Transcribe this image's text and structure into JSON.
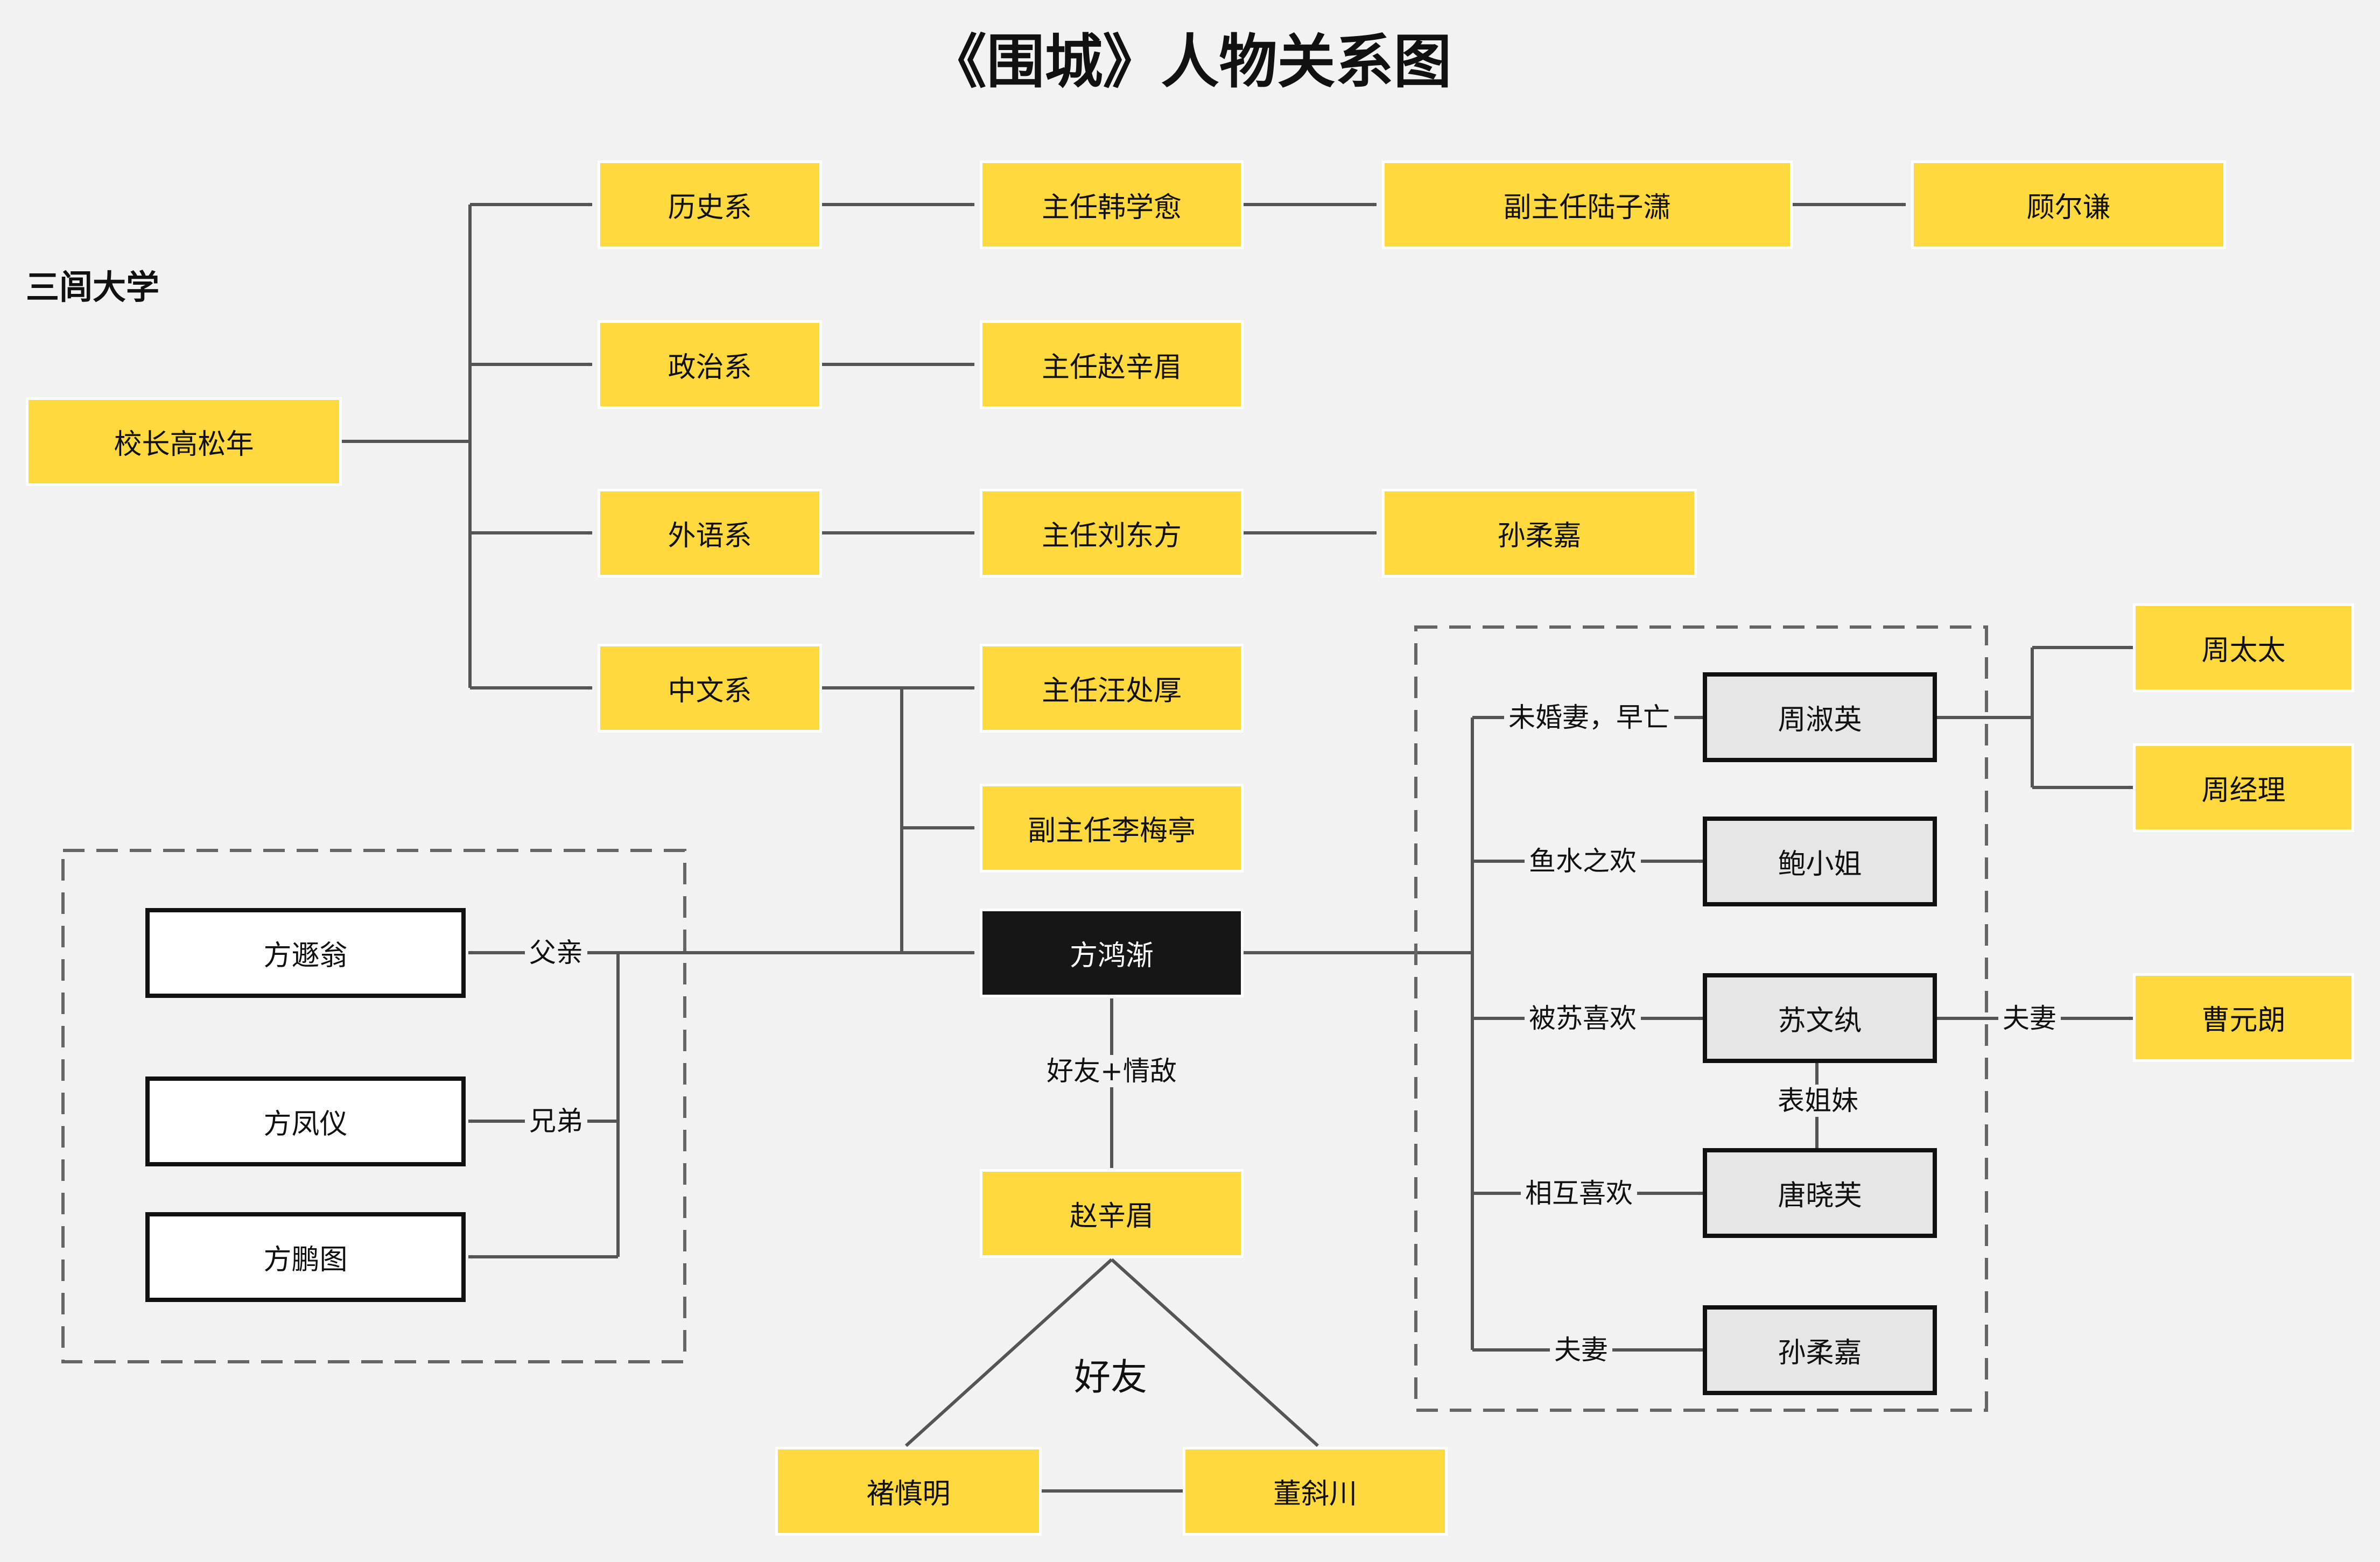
{
  "title": "《围城》人物关系图",
  "university": {
    "name": "三闾大学",
    "president": "校长高松年",
    "departments": {
      "history": {
        "name": "历史系",
        "director": "主任韩学愈",
        "deputy": "副主任陆子潇",
        "member": "顾尔谦"
      },
      "politics": {
        "name": "政治系",
        "director": "主任赵辛眉"
      },
      "foreign": {
        "name": "外语系",
        "director": "主任刘东方",
        "member": "孙柔嘉"
      },
      "chinese": {
        "name": "中文系",
        "director": "主任汪处厚",
        "deputy": "副主任李梅亭"
      }
    }
  },
  "center": "方鸿渐",
  "family": {
    "father": "方遯翁",
    "father_rel": "父亲",
    "brother1": "方凤仪",
    "brother_rel": "兄弟",
    "brother2": "方鹏图"
  },
  "friends": {
    "zhao": "赵辛眉",
    "zhao_rel": "好友+情敌",
    "group_rel": "好友",
    "chu": "褚慎明",
    "dong": "董斜川"
  },
  "romance": [
    {
      "name": "周淑英",
      "rel": "未婚妻，早亡"
    },
    {
      "name": "鲍小姐",
      "rel": "鱼水之欢"
    },
    {
      "name": "苏文纨",
      "rel": "被苏喜欢"
    },
    {
      "name": "唐晓芙",
      "rel": "相互喜欢"
    },
    {
      "name": "孙柔嘉",
      "rel": "夫妻"
    }
  ],
  "zhou_family": [
    "周太太",
    "周经理"
  ],
  "su_husband": {
    "name": "曹元朗",
    "rel": "夫妻"
  },
  "cousin_rel": "表姐妹"
}
